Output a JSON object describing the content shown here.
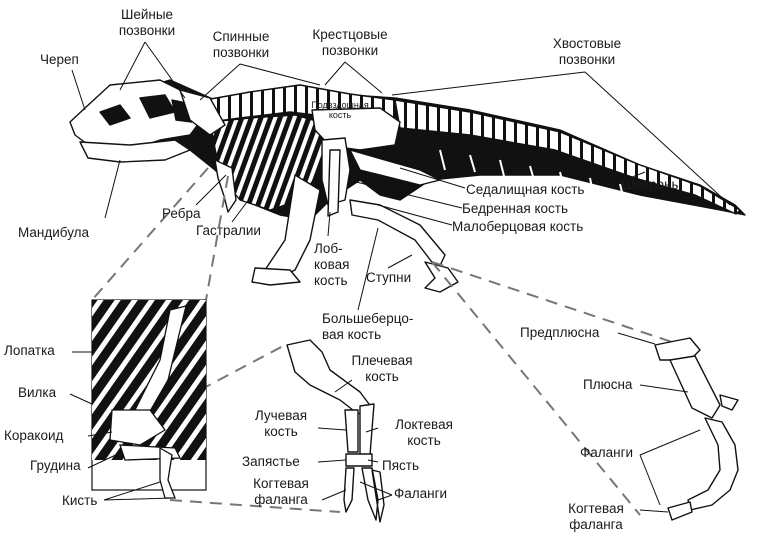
{
  "labels": {
    "skull": "Череп",
    "cervical": "Шейные\nпозвонки",
    "dorsal": "Спинные\nпозвонки",
    "sacral": "Крестцовые\nпозвонки",
    "caudal": "Хвостовые\nпозвонки",
    "ilium": "Подвздошная\nкость",
    "mandible": "Мандибула",
    "ribs": "Ребра",
    "gastralia": "Гастралии",
    "pubis": "Лоб-\nковая\nкость",
    "feet": "Ступни",
    "tibia": "Большеберцо-\nвая кость",
    "ischium": "Седалищная кость",
    "femur": "Бедренная кость",
    "fibula": "Малоберцовая кость",
    "chevrons": "Шевроны",
    "scapula": "Лопатка",
    "furcula": "Вилка",
    "coracoid": "Коракоид",
    "sternum": "Грудина",
    "hand": "Кисть",
    "humerus": "Плечевая\nкость",
    "radius": "Лучевая\nкость",
    "ulna": "Локтевая\nкость",
    "carpus": "Запястье",
    "metacarpus": "Пясть",
    "ungual_hand": "Когтевая\nфаланга",
    "phalanges_hand": "Фаланги",
    "tarsus": "Предплюсна",
    "metatarsus": "Плюсна",
    "phalanges_foot": "Фаланги",
    "ungual_foot": "Когтевая\nфаланга"
  }
}
